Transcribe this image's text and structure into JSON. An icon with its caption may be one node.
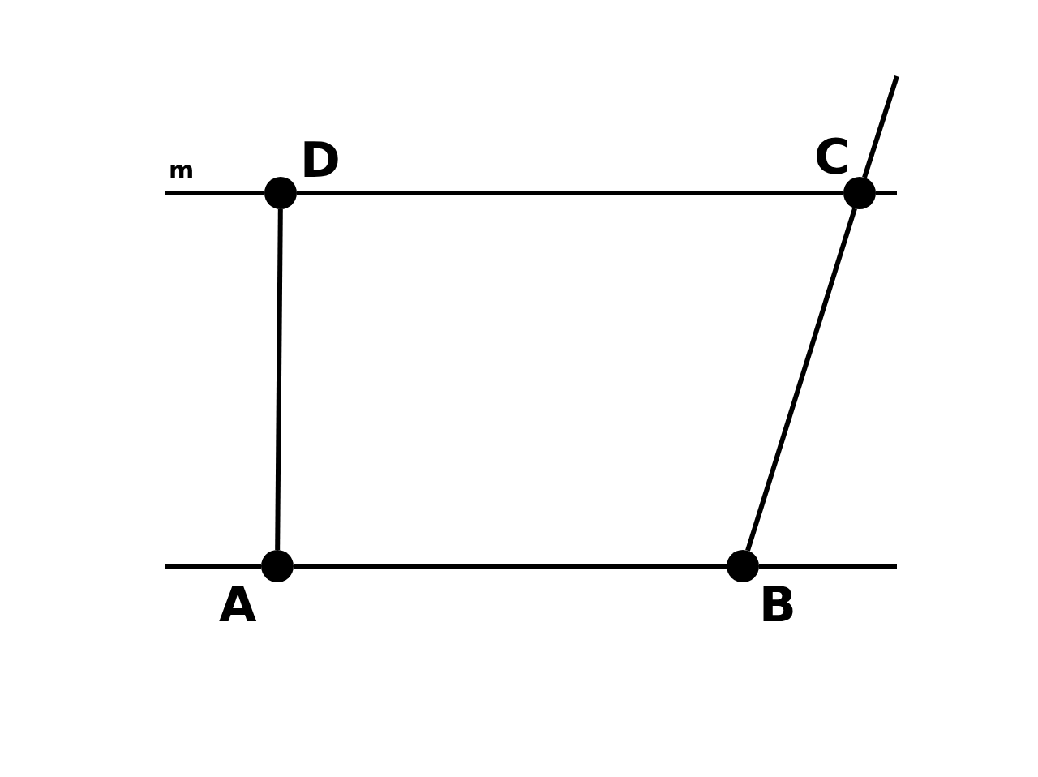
{
  "diagram": {
    "nodes": [
      {
        "text": [
          "D"
        ]
      },
      {
        "text": [
          "C"
        ]
      },
      {
        "text": [
          "A"
        ]
      },
      {
        "text": [
          "B"
        ]
      }
    ],
    "edges": [
      {
        "from": 0,
        "to": 1,
        "arrow": "none"
      },
      {
        "from": 2,
        "to": 3,
        "arrow": "none"
      },
      {
        "from": 2,
        "to": 0,
        "arrow": "none"
      },
      {
        "from": 3,
        "to": 1,
        "arrow": "none"
      }
    ],
    "labels": [
      "m"
    ]
  }
}
